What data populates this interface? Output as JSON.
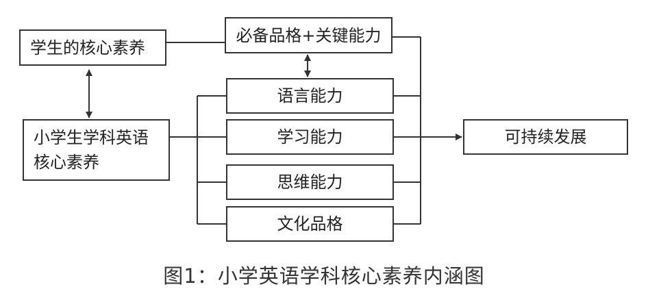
{
  "diagram": {
    "core_literacy": "学生的核心素养",
    "key_competence": "必备品格+关键能力",
    "english_core_line1": "小学生学科英语",
    "english_core_line2": "核心素养",
    "abilities": [
      "语言能力",
      "学习能力",
      "思维能力",
      "文化品格"
    ],
    "outcome": "可持续发展"
  },
  "caption": "图1：小学英语学科核心素养内涵图"
}
